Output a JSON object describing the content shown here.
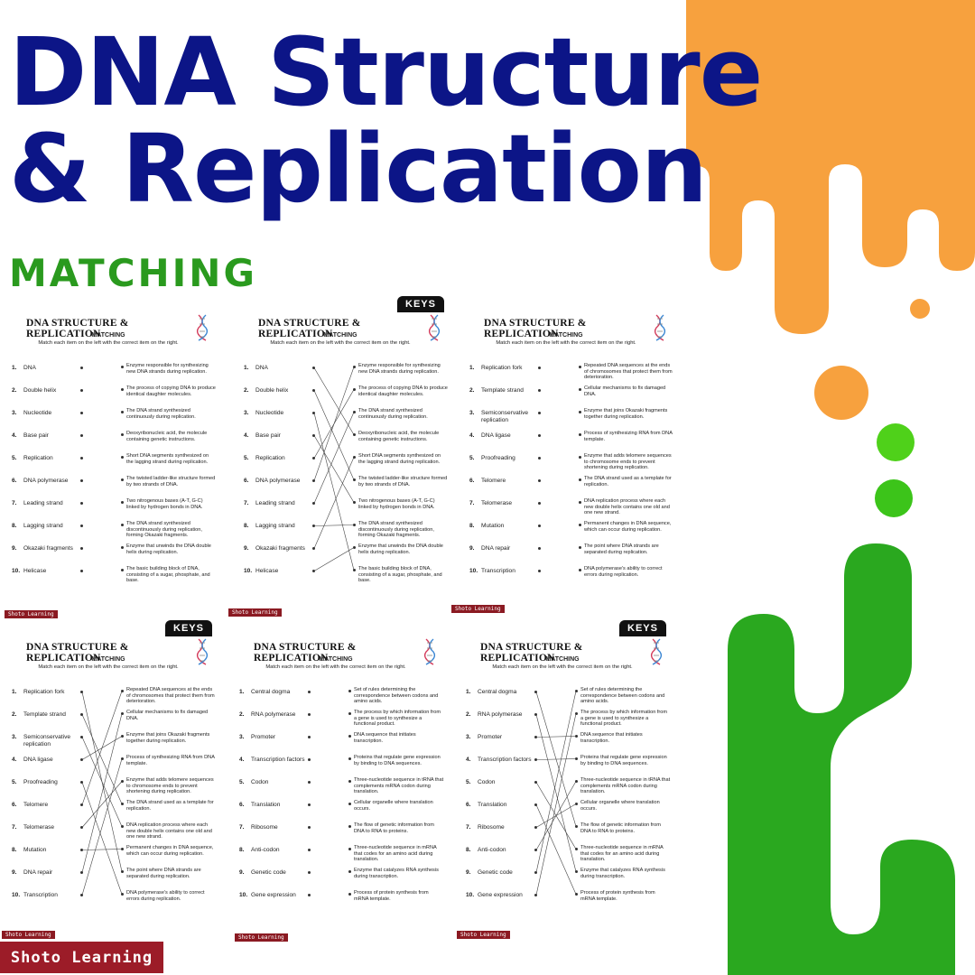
{
  "page": {
    "title_line1": "DNA Structure",
    "title_line2": "& Replication",
    "subtitle": "MATCHING",
    "brand": "Shoto Learning",
    "colors": {
      "title": "#0c1587",
      "subtitle": "#2a9a1e",
      "orange": "#f39a36",
      "green": "#22a81a",
      "brand": "#9c1c28"
    }
  },
  "sheets": [
    {
      "title": "DNA STRUCTURE & REPLICATION",
      "subtitle": "MATCHING",
      "instruction": "Match each item on the left with the correct item on the right.",
      "is_key": false,
      "left": [
        "DNA",
        "Double helix",
        "Nucleotide",
        "Base pair",
        "Replication",
        "DNA polymerase",
        "Leading strand",
        "Lagging strand",
        "Okazaki fragments",
        "Helicase"
      ],
      "right": [
        "Enzyme responsible for synthesizing new DNA strands during replication.",
        "The process of copying DNA to produce identical daughter molecules.",
        "The DNA strand synthesized continuously during replication.",
        "Deoxyribonucleic acid, the molecule containing genetic instructions.",
        "Short DNA segments synthesized on the lagging strand during replication.",
        "The twisted ladder-like structure formed by two strands of DNA.",
        "Two nitrogenous bases (A-T, G-C) linked by hydrogen bonds in DNA.",
        "The DNA strand synthesized discontinuously during replication, forming Okazaki fragments.",
        "Enzyme that unwinds the DNA double helix during replication.",
        "The basic building block of DNA, consisting of a sugar, phosphate, and base."
      ],
      "matches": []
    },
    {
      "title": "DNA STRUCTURE & REPLICATION",
      "subtitle": "MATCHING",
      "instruction": "Match each item on the left with the correct item on the right.",
      "is_key": true,
      "keys_label": "KEYS",
      "left": [
        "DNA",
        "Double helix",
        "Nucleotide",
        "Base pair",
        "Replication",
        "DNA polymerase",
        "Leading strand",
        "Lagging strand",
        "Okazaki fragments",
        "Helicase"
      ],
      "right": [
        "Enzyme responsible for synthesizing new DNA strands during replication.",
        "The process of copying DNA to produce identical daughter molecules.",
        "The DNA strand synthesized continuously during replication.",
        "Deoxyribonucleic acid, the molecule containing genetic instructions.",
        "Short DNA segments synthesized on the lagging strand during replication.",
        "The twisted ladder-like structure formed by two strands of DNA.",
        "Two nitrogenous bases (A-T, G-C) linked by hydrogen bonds in DNA.",
        "The DNA strand synthesized discontinuously during replication, forming Okazaki fragments.",
        "Enzyme that unwinds the DNA double helix during replication.",
        "The basic building block of DNA, consisting of a sugar, phosphate, and base."
      ],
      "matches": [
        3,
        5,
        9,
        6,
        1,
        0,
        2,
        7,
        4,
        8
      ]
    },
    {
      "title": "DNA STRUCTURE & REPLICATION",
      "subtitle": "MATCHING",
      "instruction": "Match each item on the left with the correct item on the right.",
      "is_key": false,
      "left": [
        "Replication fork",
        "Template strand",
        "Semiconservative replication",
        "DNA ligase",
        "Proofreading",
        "Telomere",
        "Telomerase",
        "Mutation",
        "DNA repair",
        "Transcription"
      ],
      "right": [
        "Repeated DNA sequences at the ends of chromosomes that protect them from deterioration.",
        "Cellular mechanisms to fix damaged DNA.",
        "Enzyme that joins Okazaki fragments together during replication.",
        "Process of synthesizing RNA from DNA template.",
        "Enzyme that adds telomere sequences to chromosome ends to prevent shortening during replication.",
        "The DNA strand used as a template for replication.",
        "DNA replication process where each new double helix contains one old and one new strand.",
        "Permanent changes in DNA sequence, which can occur during replication.",
        "The point where DNA strands are separated during replication.",
        "DNA polymerase's ability to correct errors during replication."
      ],
      "matches": []
    },
    {
      "title": "DNA STRUCTURE & REPLICATION",
      "subtitle": "MATCHING",
      "instruction": "Match each item on the left with the correct item on the right.",
      "is_key": true,
      "keys_label": "KEYS",
      "left": [
        "Replication fork",
        "Template strand",
        "Semiconservative replication",
        "DNA ligase",
        "Proofreading",
        "Telomere",
        "Telomerase",
        "Mutation",
        "DNA repair",
        "Transcription"
      ],
      "right": [
        "Repeated DNA sequences at the ends of chromosomes that protect them from deterioration.",
        "Cellular mechanisms to fix damaged DNA.",
        "Enzyme that joins Okazaki fragments together during replication.",
        "Process of synthesizing RNA from DNA template.",
        "Enzyme that adds telomere sequences to chromosome ends to prevent shortening during replication.",
        "The DNA strand used as a template for replication.",
        "DNA replication process where each new double helix contains one old and one new strand.",
        "Permanent changes in DNA sequence, which can occur during replication.",
        "The point where DNA strands are separated during replication.",
        "DNA polymerase's ability to correct errors during replication."
      ],
      "matches": [
        8,
        5,
        6,
        2,
        9,
        0,
        4,
        7,
        1,
        3
      ]
    },
    {
      "title": "DNA STRUCTURE & REPLICATION",
      "subtitle": "MATCHING",
      "instruction": "Match each item on the left with the correct item on the right.",
      "is_key": false,
      "left": [
        "Central dogma",
        "RNA polymerase",
        "Promoter",
        "Transcription factors",
        "Codon",
        "Translation",
        "Ribosome",
        "Anti-codon",
        "Genetic code",
        "Gene expression"
      ],
      "right": [
        "Set of rules determining the correspondence between codons and amino acids.",
        "The process by which information from a gene is used to synthesize a functional product.",
        "DNA sequence that initiates transcription.",
        "Proteins that regulate gene expression by binding to DNA sequences.",
        "Three-nucleotide sequence in tRNA that complements mRNA codon during translation.",
        "Cellular organelle where translation occurs.",
        "The flow of genetic information from DNA to RNA to proteins.",
        "Three-nucleotide sequence in mRNA that codes for an amino acid during translation.",
        "Enzyme that catalyzes RNA synthesis during transcription.",
        "Process of protein synthesis from mRNA template."
      ],
      "matches": []
    },
    {
      "title": "DNA STRUCTURE & REPLICATION",
      "subtitle": "MATCHING",
      "instruction": "Match each item on the left with the correct item on the right.",
      "is_key": true,
      "keys_label": "KEYS",
      "left": [
        "Central dogma",
        "RNA polymerase",
        "Promoter",
        "Transcription factors",
        "Codon",
        "Translation",
        "Ribosome",
        "Anti-codon",
        "Genetic code",
        "Gene expression"
      ],
      "right": [
        "Set of rules determining the correspondence between codons and amino acids.",
        "The process by which information from a gene is used to synthesize a functional product.",
        "DNA sequence that initiates transcription.",
        "Proteins that regulate gene expression by binding to DNA sequences.",
        "Three-nucleotide sequence in tRNA that complements mRNA codon during translation.",
        "Cellular organelle where translation occurs.",
        "The flow of genetic information from DNA to RNA to proteins.",
        "Three-nucleotide sequence in mRNA that codes for an amino acid during translation.",
        "Enzyme that catalyzes RNA synthesis during transcription.",
        "Process of protein synthesis from mRNA template."
      ],
      "matches": [
        6,
        8,
        2,
        3,
        7,
        9,
        5,
        4,
        0,
        1
      ]
    }
  ]
}
